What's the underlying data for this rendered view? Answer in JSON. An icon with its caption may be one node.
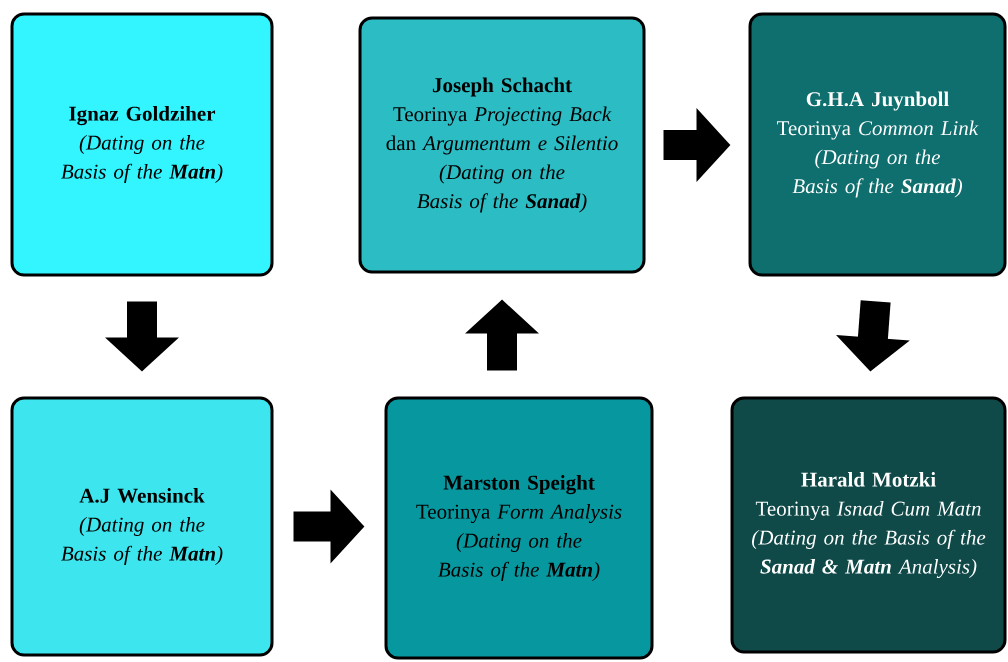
{
  "diagram": {
    "nodes": [
      {
        "text": [
          "Ignaz Goldziher",
          "(Dating on the Basis of the **Matn**)"
        ]
      },
      {
        "text": [
          "Joseph Schacht",
          "Teorinya *Projecting Back* dan *Argumentum e Silentio*",
          "(Dating on the Basis of the **Sanad**)"
        ]
      },
      {
        "text": [
          "G.H.A Juynboll",
          "Teorinya *Common Link*",
          "(Dating on the Basis of the **Sanad**)"
        ]
      },
      {
        "text": [
          "A.J Wensinck",
          "(Dating on the Basis of the **Matn**)"
        ]
      },
      {
        "text": [
          "Marston Speight",
          "Teorinya *Form Analysis*",
          "(Dating on the Basis of the **Matn**)"
        ]
      },
      {
        "text": [
          "Harald Motzki",
          "Teorinya *Isnad Cum Matn*",
          "(Dating on the Basis of the **Sanad & Matn** Analysis)"
        ]
      }
    ],
    "edges": [
      {
        "from": 0,
        "to": 3,
        "arrow": "to"
      },
      {
        "from": 3,
        "to": 4,
        "arrow": "to"
      },
      {
        "from": 4,
        "to": 1,
        "arrow": "to"
      },
      {
        "from": 1,
        "to": 2,
        "arrow": "to"
      },
      {
        "from": 2,
        "to": 5,
        "arrow": "to"
      }
    ]
  }
}
